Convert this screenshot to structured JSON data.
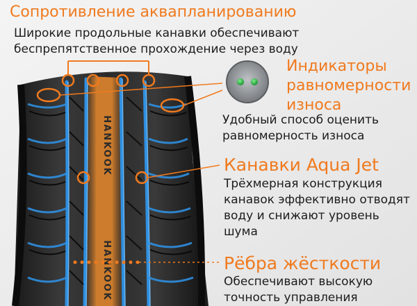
{
  "hydroplaning": {
    "title": "Сопротивление аквапланированию",
    "description": "Широкие продольные канавки обеспечивают беспрепятственное прохождение через воду"
  },
  "wear_indicators": {
    "title": "Индикаторы равномерности износа",
    "description": "Удобный способ оценить равномерность износа"
  },
  "aqua_jet": {
    "title": "Канавки Aqua Jet",
    "description": "Трёхмерная конструкция канавок эффективно отводят воду и снижают уровень шума"
  },
  "ribs": {
    "title": "Рёбра жёсткости",
    "description": "Обеспечивают высокую точность управления"
  },
  "tire": {
    "brand_text": "HANKOOK"
  },
  "colors": {
    "accent": "#f07a1e",
    "groove_blue": "#2f8fe0",
    "text_dark": "#1c1c1c",
    "indicator_green": "#2fbf4a"
  },
  "icons": [
    "tire-tread-image",
    "wear-indicator-icon"
  ]
}
